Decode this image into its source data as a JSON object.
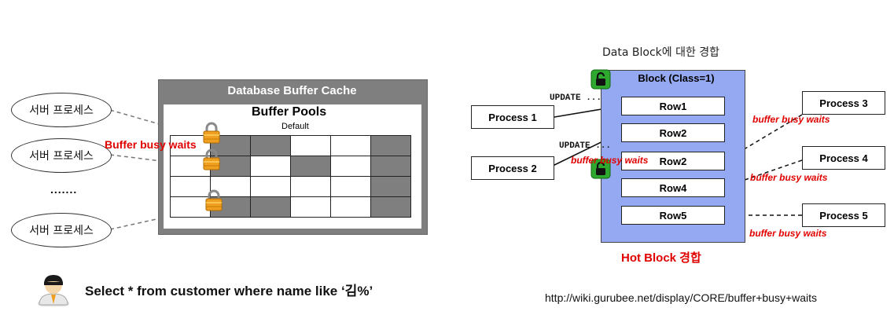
{
  "left": {
    "server_processes": [
      "서버 프로세스",
      "서버 프로세스",
      "서버 프로세스"
    ],
    "ellipsis": ".......",
    "cache_title": "Database Buffer Cache",
    "pools_title": "Buffer Pools",
    "pools_subtitle": "Default",
    "grid_gray": [
      [
        false,
        true,
        true,
        false,
        false,
        true
      ],
      [
        false,
        true,
        false,
        true,
        false,
        true
      ],
      [
        false,
        false,
        false,
        false,
        false,
        true
      ],
      [
        false,
        true,
        true,
        false,
        false,
        true
      ]
    ],
    "busy_label": "Buffer busy waits",
    "query": "Select * from customer where name like ‘김%’"
  },
  "right": {
    "title": "Data Block에 대한 경합",
    "block_title": "Block (Class=1)",
    "rows": [
      "Row1",
      "Row2",
      "Row2",
      "Row4",
      "Row5"
    ],
    "processes": [
      "Process 1",
      "Process 2",
      "Process 3",
      "Process 4",
      "Process 5"
    ],
    "update_label": "UPDATE ...",
    "busy_label": "buffer busy waits",
    "hot_block": "Hot Block 경합",
    "url": "http://wiki.gurubee.net/display/CORE/buffer+busy+waits"
  },
  "colors": {
    "red": "#e00000",
    "block_blue": "#94a9f2",
    "cache_gray": "#7f7f7f",
    "lock_orange": "#f0a020",
    "lock_green": "#2ea82e"
  }
}
